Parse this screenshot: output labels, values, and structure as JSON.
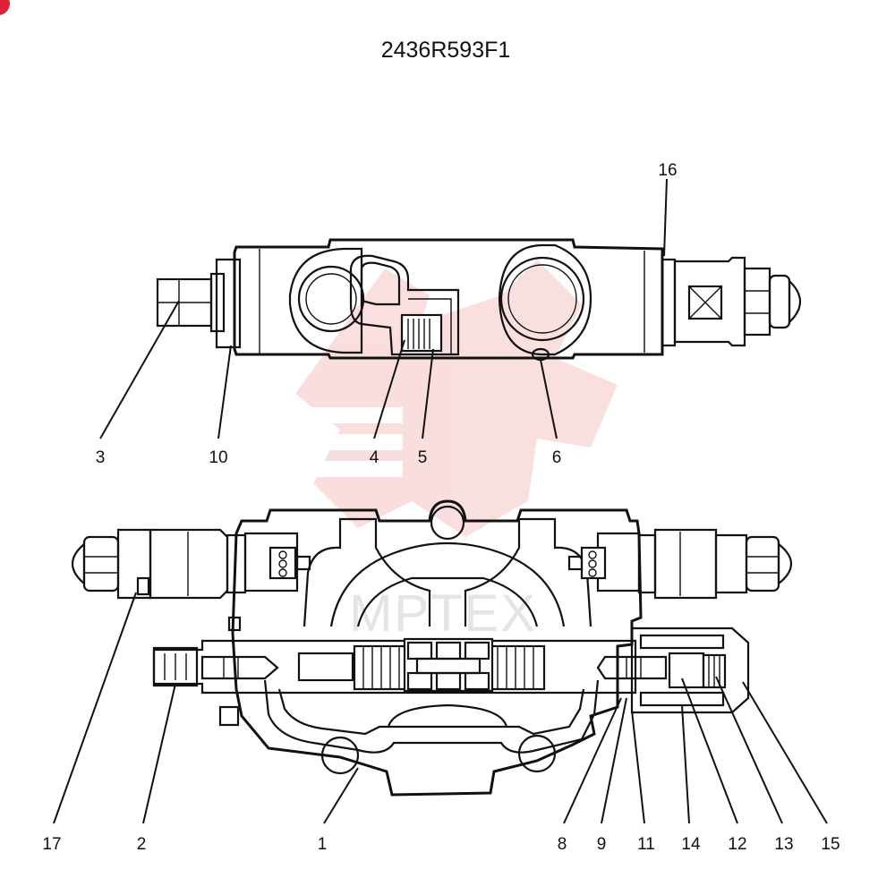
{
  "drawing_id": "2436R593F1",
  "callouts_top": [
    "16",
    "3",
    "10",
    "4",
    "5",
    "6"
  ],
  "callouts_bottom": [
    "17",
    "2",
    "1",
    "8",
    "9",
    "11",
    "14",
    "12",
    "13",
    "15"
  ],
  "colors": {
    "line": "#111111",
    "watermark": "#f2b8b8",
    "corner_badge": "#e0203a"
  }
}
